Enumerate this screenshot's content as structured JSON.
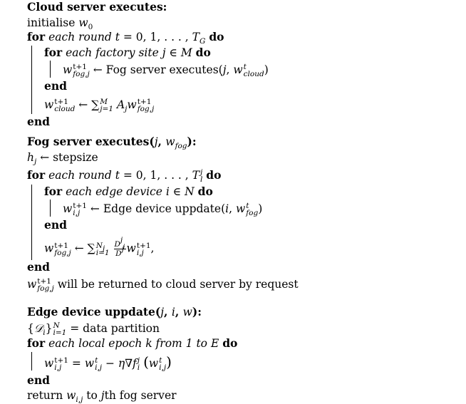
{
  "cloud": {
    "header": "Cloud server executes:",
    "init_word": "initialise",
    "for_kw": "for",
    "round_text": "each round",
    "round_range": "= 0, 1, . . . ,",
    "do_kw": "do",
    "inner_for": "each factory site",
    "assign_text": "Fog server executes",
    "end_kw": "end",
    "sum_text": "←",
    "end_outer": "end"
  },
  "fog": {
    "header": "Fog server executes",
    "h_assign": "← stepsize",
    "for_kw": "for",
    "round_text": "each round",
    "round_range": "= 0, 1, . . . ,",
    "do_kw": "do",
    "inner_for": "each edge device",
    "assign_text": "Edge device uppdate",
    "end_kw": "end",
    "end_outer": "end",
    "return_text": "will be returned to cloud server by request"
  },
  "edge": {
    "header": "Edge device uppdate",
    "partition_text": "= data partition",
    "for_kw": "for",
    "loop_text": "each local epoch k from 1 to E",
    "do_kw": "do",
    "end_kw": "end",
    "return_word": "return",
    "return_tail": "th fog server"
  }
}
